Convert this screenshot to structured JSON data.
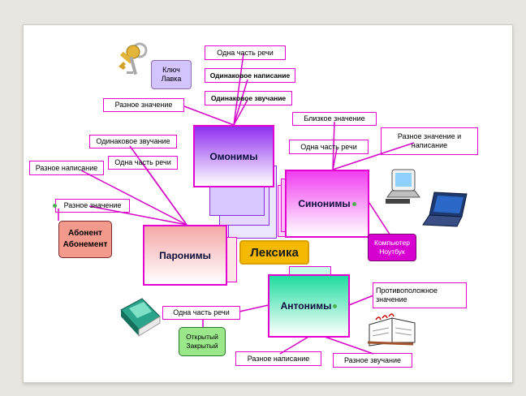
{
  "diagram": {
    "center": "Лексика",
    "nodes": {
      "omonimy": "Омонимы",
      "sinonimy": "Синонимы",
      "paronimy": "Паронимы",
      "antonimy": "Антонимы"
    },
    "omonimy_labels": {
      "part": "Одна часть речи",
      "same_spelling": "Одинаковое написание",
      "same_sound": "Одинаковое звучание",
      "diff_meaning": "Разное значение",
      "example": "Ключ\nЛавка"
    },
    "sinonimy_labels": {
      "close": "Близкое значение",
      "part": "Одна часть речи",
      "diff": "Разное значение и написание",
      "example": "Компьютер\nНоутбук"
    },
    "paronimy_labels": {
      "same_sound": "Одинаковое звучание",
      "part": "Одна часть речи",
      "diff_spelling": "Разное написание",
      "diff_meaning": "Разное значение",
      "example": "Абонент\nАбонемент"
    },
    "antonimy_labels": {
      "part": "Одна часть речи",
      "opposite": "Противоположное значение",
      "diff_spelling": "Разное написание",
      "diff_sound": "Разное звучание",
      "example": "Открытый\nЗакрытый"
    }
  },
  "colors": {
    "magenta": "#e400d0",
    "center": "#f5b800",
    "omonimy_fill": "#9a3ff0",
    "sinonimy_fill": "#f04ff0",
    "paronimy_fill": "#f6b3b3",
    "antonimy_fill": "#2fe0a6"
  },
  "icons": [
    "keys-icon",
    "monitor-icon",
    "laptop-icon",
    "book-icon",
    "notebook-icon"
  ]
}
